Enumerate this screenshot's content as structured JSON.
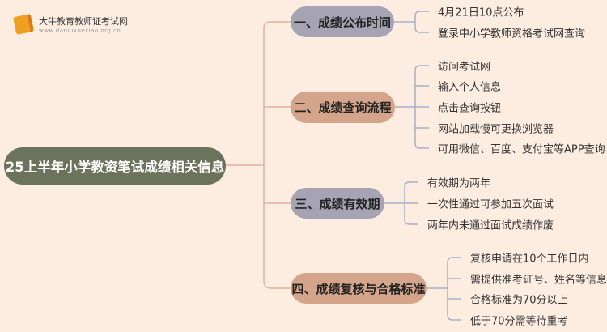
{
  "logo": {
    "name": "大牛教育教师证考试网",
    "url": "www.daniuxuexiao.org.cn"
  },
  "root": "25上半年小学教资笔试成绩相关信息",
  "branches": [
    {
      "title": "一、成绩公布时间",
      "leaves": [
        "4月21日10点公布",
        "登录中小学教师资格考试网查询"
      ]
    },
    {
      "title": "二、成绩查询流程",
      "leaves": [
        "访问考试网",
        "输入个人信息",
        "点击查询按钮",
        "网站加载慢可更换浏览器",
        "可用微信、百度、支付宝等APP查询"
      ]
    },
    {
      "title": "三、成绩有效期",
      "leaves": [
        "有效期为两年",
        "一次性通过可参加五次面试",
        "两年内未通过面试成绩作废"
      ]
    },
    {
      "title": "四、成绩复核与合格标准",
      "leaves": [
        "复核申请在10个工作日内",
        "需提供准考证号、姓名等信息",
        "合格标准为70分以上",
        "低于70分需等待重考"
      ]
    }
  ],
  "colors": {
    "root": "#6b735b",
    "grey": "#a6a4b4",
    "tan": "#d4a58a",
    "trunk_line": "#e0b09a",
    "leaf_line": "#a9aec8"
  }
}
